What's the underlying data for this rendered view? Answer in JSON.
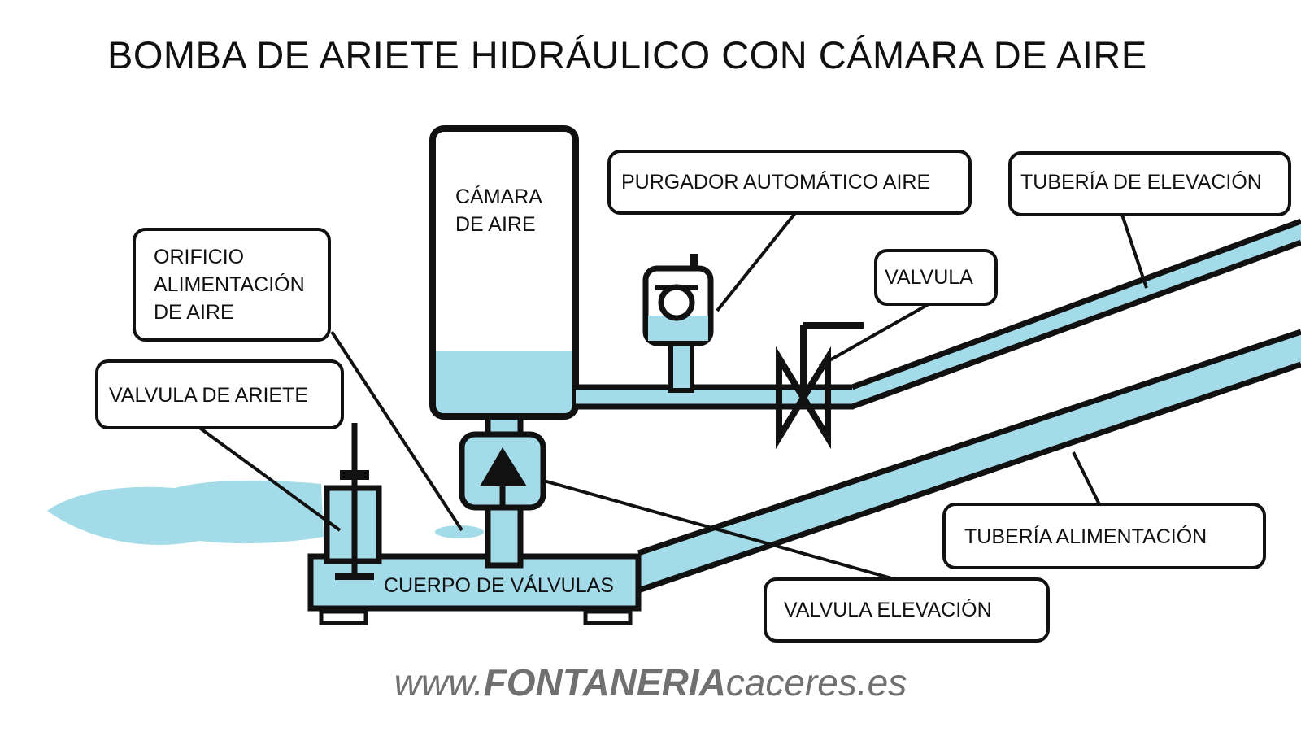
{
  "title": "BOMBA DE ARIETE HIDRÁULICO CON CÁMARA DE AIRE",
  "labels": {
    "camara_line1": "CÁMARA",
    "camara_line2": "DE AIRE",
    "purgador": "PURGADOR AUTOMÁTICO AIRE",
    "tuberia_elevacion": "TUBERÍA DE ELEVACIÓN",
    "valvula": "VALVULA",
    "orificio_line1": "ORIFICIO",
    "orificio_line2": "ALIMENTACIÓN",
    "orificio_line3": "DE AIRE",
    "valvula_ariete": "VALVULA DE ARIETE",
    "cuerpo_valvulas": "CUERPO DE VÁLVULAS",
    "tuberia_alimentacion": "TUBERÍA ALIMENTACIÓN",
    "valvula_elevacion": "VALVULA ELEVACIÓN"
  },
  "footer": {
    "prefix": "www.",
    "brand": "FONTANERIA",
    "suffix": "caceres.es"
  },
  "colors": {
    "water": "#a3dbe9",
    "outline": "#111111",
    "footer_text": "#707070"
  }
}
